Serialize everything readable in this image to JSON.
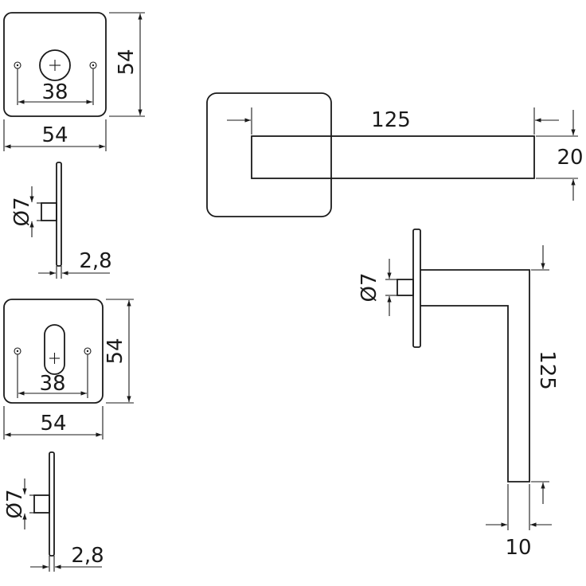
{
  "dimensions": {
    "rosette_width": "54",
    "rosette_height": "54",
    "screw_spacing": "38",
    "spindle_diameter": "Ø7",
    "rosette_thickness": "2,8",
    "lever_length": "125",
    "lever_width": "20",
    "lever_depth": "10"
  },
  "icons": [
    "plus-icon",
    "screw-hole-icon",
    "keyhole-slot-icon"
  ]
}
